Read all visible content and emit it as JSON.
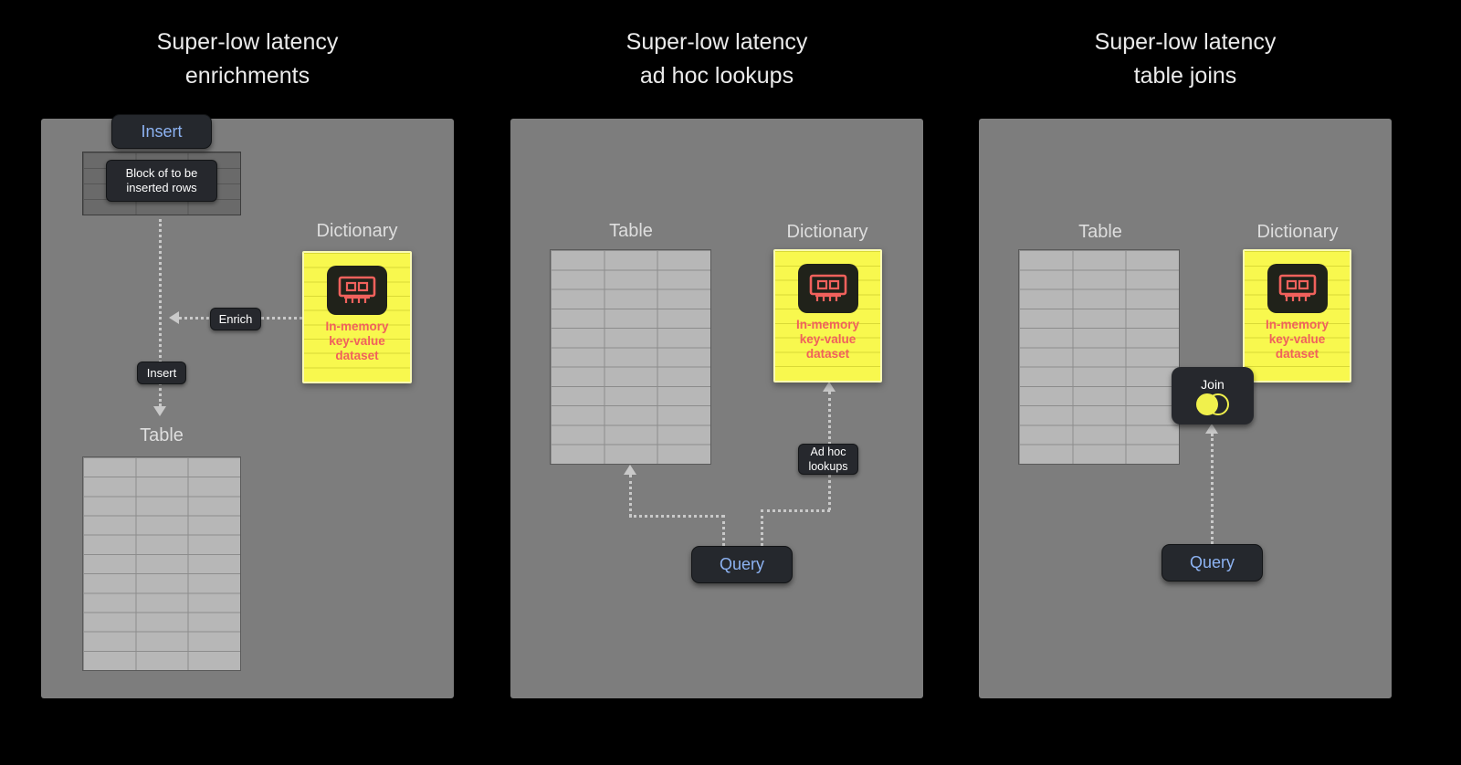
{
  "panels": [
    {
      "title": "Super-low latency\nenrichments",
      "insert_button_label": "Insert",
      "block_label": "Block of to be\ninserted rows",
      "enrich_label": "Enrich",
      "insert_arrow_label": "Insert",
      "table_label": "Table",
      "dictionary_label": "Dictionary",
      "dictionary_text": "In-memory\nkey-value\ndataset"
    },
    {
      "title": "Super-low latency\nad hoc lookups",
      "table_label": "Table",
      "dictionary_label": "Dictionary",
      "dictionary_text": "In-memory\nkey-value\ndataset",
      "adhoc_label": "Ad hoc\nlookups",
      "query_button_label": "Query"
    },
    {
      "title": "Super-low latency\ntable joins",
      "table_label": "Table",
      "dictionary_label": "Dictionary",
      "dictionary_text": "In-memory\nkey-value\ndataset",
      "join_label": "Join",
      "query_button_label": "Query"
    }
  ],
  "colors": {
    "background": "#000000",
    "panel_gray": "#7d7d7d",
    "dictionary_yellow": "#f8f84e",
    "chip_red": "#f0615c",
    "button_text_blue": "#8db3f2",
    "arrow_gray": "#c9c9c9"
  }
}
